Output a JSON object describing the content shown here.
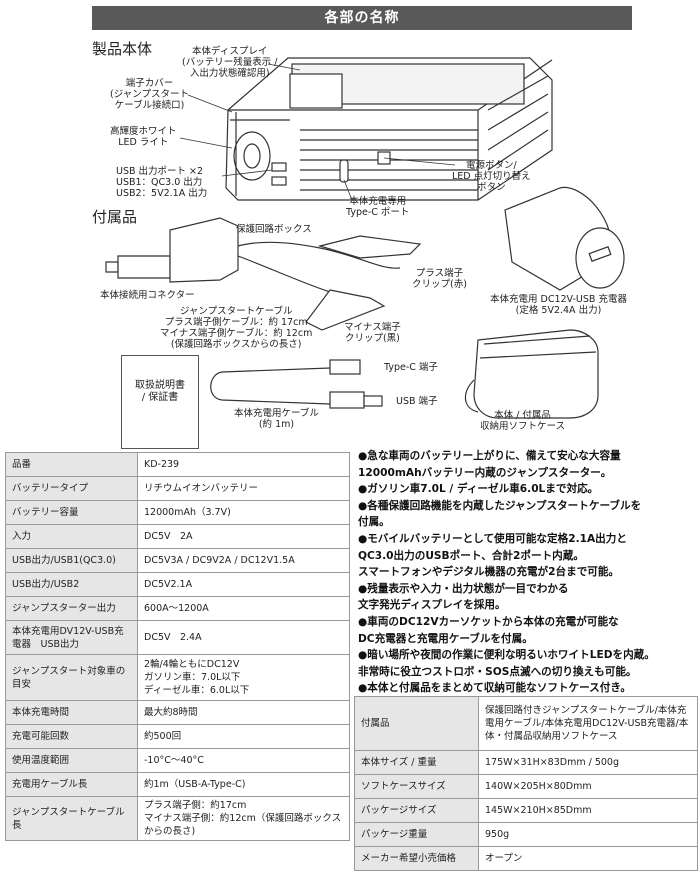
{
  "header": {
    "title": "各部の名称"
  },
  "sections": {
    "main_unit": "製品本体",
    "accessories": "付属品"
  },
  "main_labels": {
    "display": [
      "本体ディスプレイ",
      "(バッテリー残量表示 /",
      "入出力状態確認用)"
    ],
    "terminal_cover": [
      "端子カバー",
      "(ジャンプスタート",
      "ケーブル接続口)"
    ],
    "led_light": [
      "高輝度ホワイト",
      "LED ライト"
    ],
    "usb_ports": [
      "USB 出力ポート ×2",
      "USB1：QC3.0 出力",
      "USB2：5V2.1A 出力"
    ],
    "power_button": [
      "電源ボタン/",
      "LED 点灯切り替え",
      "ボタン"
    ],
    "typec_port": [
      "本体充電専用",
      "Type-C ポート"
    ]
  },
  "accessory_labels": {
    "protection_box": "保護回路ボックス",
    "connector": "本体接続用コネクター",
    "jump_cable": [
      "ジャンプスタートケーブル",
      "プラス端子側ケーブル：約 17cm",
      "マイナス端子側ケーブル：約 12cm",
      "(保護回路ボックスからの長さ)"
    ],
    "plus_clip": [
      "プラス端子",
      "クリップ(赤)"
    ],
    "minus_clip": [
      "マイナス端子",
      "クリップ(黒)"
    ],
    "car_charger": [
      "本体充電用 DC12V-USB 充電器",
      "(定格 5V2.4A 出力)"
    ],
    "typec_terminal": "Type-C 端子",
    "usb_terminal": "USB 端子",
    "charge_cable": [
      "本体充電用ケーブル",
      "(約 1m)"
    ],
    "soft_case": [
      "本体 / 付属品",
      "収納用ソフトケース"
    ],
    "manual": [
      "取扱説明書",
      "/ 保証書"
    ]
  },
  "specs": [
    {
      "key": "品番",
      "val": [
        "KD-239"
      ]
    },
    {
      "key": "バッテリータイプ",
      "val": [
        "リチウムイオンバッテリー"
      ]
    },
    {
      "key": "バッテリー容量",
      "val": [
        "12000mAh（3.7V)"
      ]
    },
    {
      "key": "入力",
      "val": [
        "DC5V　2A"
      ]
    },
    {
      "key": "USB出力/USB1(QC3.0)",
      "val": [
        "DC5V3A / DC9V2A / DC12V1.5A"
      ]
    },
    {
      "key": "USB出力/USB2",
      "val": [
        "DC5V2.1A"
      ]
    },
    {
      "key": "ジャンプスターター出力",
      "val": [
        "600A～1200A"
      ]
    },
    {
      "key": "本体充電用DV12V-USB充電器　USB出力",
      "val": [
        "DC5V　2.4A"
      ]
    },
    {
      "key": "ジャンプスタート対象車の目安",
      "val": [
        "2輪/4輪ともにDC12V",
        "ガソリン車：7.0L以下",
        "ディーゼル車：6.0L以下"
      ]
    },
    {
      "key": "本体充電時間",
      "val": [
        "最大約8時間"
      ]
    },
    {
      "key": "充電可能回数",
      "val": [
        "約500回"
      ]
    },
    {
      "key": "使用温度範囲",
      "val": [
        "-10°C～40°C"
      ]
    },
    {
      "key": "充電用ケーブル長",
      "val": [
        "約1m（USB-A-Type-C)"
      ]
    },
    {
      "key": "ジャンプスタートケーブル長",
      "val": [
        "プラス端子側：約17cm",
        "マイナス端子側：約12cm（保護回路ボックスからの長さ)"
      ]
    }
  ],
  "features": [
    "●急な車両のバッテリー上がりに、備えて安心な大容量",
    "12000mAhバッテリー内蔵のジャンプスターター。",
    "●ガソリン車7.0L / ディーゼル車6.0Lまで対応。",
    "●各種保護回路機能を内蔵したジャンプスタートケーブルを",
    "付属。",
    "●モバイルバッテリーとして使用可能な定格2.1A出力と",
    "QC3.0出力のUSBポート、合計2ポート内蔵。",
    "スマートフォンやデジタル機器の充電が2台まで可能。",
    "●残量表示や入力・出力状態が一目でわかる",
    "文字発光ディスプレイを採用。",
    "●車両のDC12Vカーソケットから本体の充電が可能な",
    "DC充電器と充電用ケーブルを付属。",
    "●暗い場所や夜間の作業に便利な明るいホワイトLEDを内蔵。",
    "非常時に役立つストロボ・SOS点滅への切り換えも可能。",
    "●本体と付属品をまとめて収納可能なソフトケース付き。"
  ],
  "accessories_table": [
    {
      "key": "付属品",
      "val": [
        "保護回路付きジャンプスタートケーブル/本体充",
        "電用ケーブル/本体充電用DC12V-USB充電器/本",
        "体・付属品収納用ソフトケース"
      ]
    },
    {
      "key": "本体サイズ / 重量",
      "val": [
        "175W×31H×83Dmm / 500g"
      ]
    },
    {
      "key": "ソフトケースサイズ",
      "val": [
        "140W×205H×80Dmm"
      ]
    },
    {
      "key": "パッケージサイズ",
      "val": [
        "145W×210H×85Dmm"
      ]
    },
    {
      "key": "パッケージ重量",
      "val": [
        "950g"
      ]
    },
    {
      "key": "メーカー希望小売価格",
      "val": [
        "オープン"
      ]
    }
  ]
}
